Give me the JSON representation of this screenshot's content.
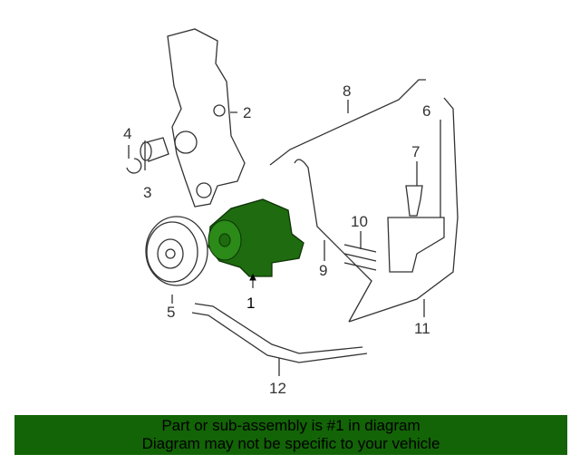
{
  "diagram": {
    "callouts": [
      "1",
      "2",
      "3",
      "4",
      "5",
      "6",
      "7",
      "8",
      "9",
      "10",
      "11",
      "12"
    ],
    "highlight_color": "#1f6b10",
    "highlighted_part": "1"
  },
  "banner": {
    "line1": "Part or sub-assembly is #1 in diagram",
    "line2": "Diagram may not be specific to your vehicle",
    "color": "#136307"
  }
}
